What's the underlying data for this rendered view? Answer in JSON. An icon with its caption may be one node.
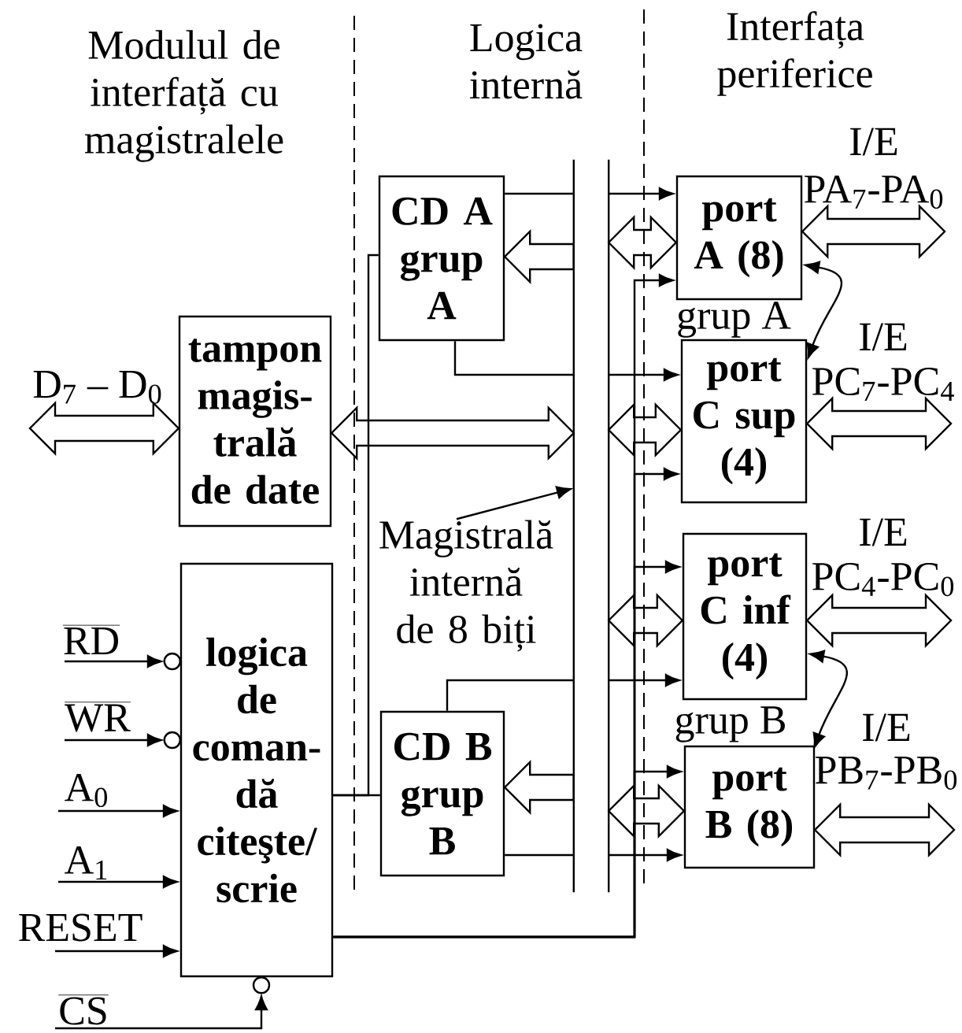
{
  "diagram": {
    "nodes": [
      {
        "text": [
          "tampon magis-trală de date"
        ]
      },
      {
        "text": [
          "logica de coman-dă citeşte/ scrie"
        ]
      },
      {
        "text": [
          "CD A grup A"
        ]
      },
      {
        "text": [
          "CD B grup B"
        ]
      },
      {
        "text": [
          "port A (8)"
        ]
      },
      {
        "text": [
          "port C sup (4)"
        ]
      },
      {
        "text": [
          "port C inf (4)"
        ]
      },
      {
        "text": [
          "port B (8)"
        ]
      },
      {
        "text": [],
        "shape": "bar"
      },
      {
        "text": [
          "Magistrală internă de 8 biți"
        ]
      }
    ],
    "edges": [
      {
        "from": null,
        "to": 0,
        "arrow": "both",
        "style": "thick",
        "label": "D$_{7}$ – D$_{0}$"
      },
      {
        "from": 0,
        "to": 8,
        "arrow": "both",
        "style": "thick"
      },
      {
        "from": 8,
        "to": 2,
        "arrow": "to",
        "style": "thick"
      },
      {
        "from": 8,
        "to": 3,
        "arrow": "to",
        "style": "thick"
      },
      {
        "from": 8,
        "to": 4,
        "arrow": "both",
        "style": "thick"
      },
      {
        "from": 8,
        "to": 5,
        "arrow": "both",
        "style": "thick"
      },
      {
        "from": 8,
        "to": 6,
        "arrow": "both",
        "style": "thick"
      },
      {
        "from": 8,
        "to": 7,
        "arrow": "both",
        "style": "thick"
      },
      {
        "from": 4,
        "to": null,
        "arrow": "both",
        "style": "thick",
        "label": "PA$_{7}$-PA$_{0}$"
      },
      {
        "from": 5,
        "to": null,
        "arrow": "both",
        "style": "thick",
        "label": "PC$_{7}$-PC$_{4}$"
      },
      {
        "from": 6,
        "to": null,
        "arrow": "both",
        "style": "thick",
        "label": "PC$_{4}$-PC$_{0}$"
      },
      {
        "from": 7,
        "to": null,
        "arrow": "both",
        "style": "thick",
        "label": "PB$_{7}$-PB$_{0}$"
      },
      {
        "from": 4,
        "to": 5,
        "arrow": "both"
      },
      {
        "from": 6,
        "to": 7,
        "arrow": "both"
      },
      {
        "from": 2,
        "to": 8,
        "arrow": "none"
      },
      {
        "from": 2,
        "to": 8,
        "arrow": "none"
      },
      {
        "from": 3,
        "to": 8,
        "arrow": "none"
      },
      {
        "from": 3,
        "to": 8,
        "arrow": "none"
      },
      {
        "from": 1,
        "to": 4,
        "arrow": "to"
      },
      {
        "from": 1,
        "to": 5,
        "arrow": "to"
      },
      {
        "from": 1,
        "to": 6,
        "arrow": "to"
      },
      {
        "from": 1,
        "to": 7,
        "arrow": "to"
      },
      {
        "from": 1,
        "to": 2,
        "arrow": "none"
      },
      {
        "from": 1,
        "to": 3,
        "arrow": "none"
      },
      {
        "from": null,
        "to": 1,
        "arrow": "to",
        "label": "RD"
      },
      {
        "from": null,
        "to": 1,
        "arrow": "to",
        "label": "WR"
      },
      {
        "from": null,
        "to": 1,
        "arrow": "to",
        "label": "A$_{0}$"
      },
      {
        "from": null,
        "to": 1,
        "arrow": "to",
        "label": "A$_{1}$"
      },
      {
        "from": null,
        "to": 1,
        "arrow": "to",
        "label": "RESET"
      },
      {
        "from": null,
        "to": 1,
        "arrow": "to",
        "label": "CS"
      },
      {
        "from": 9,
        "to": 8,
        "arrow": "to"
      },
      {
        "from": 8,
        "to": 4,
        "arrow": "to"
      },
      {
        "from": 8,
        "to": 5,
        "arrow": "to"
      },
      {
        "from": 8,
        "to": 6,
        "arrow": "to"
      },
      {
        "from": 8,
        "to": 7,
        "arrow": "to"
      }
    ],
    "labels": [
      "Modulul de interfață cu magistralele",
      "Logica internă",
      "Interfața periferice",
      "I/E",
      "grup A",
      "I/E",
      "I/E",
      "grup B",
      "I/E"
    ]
  }
}
